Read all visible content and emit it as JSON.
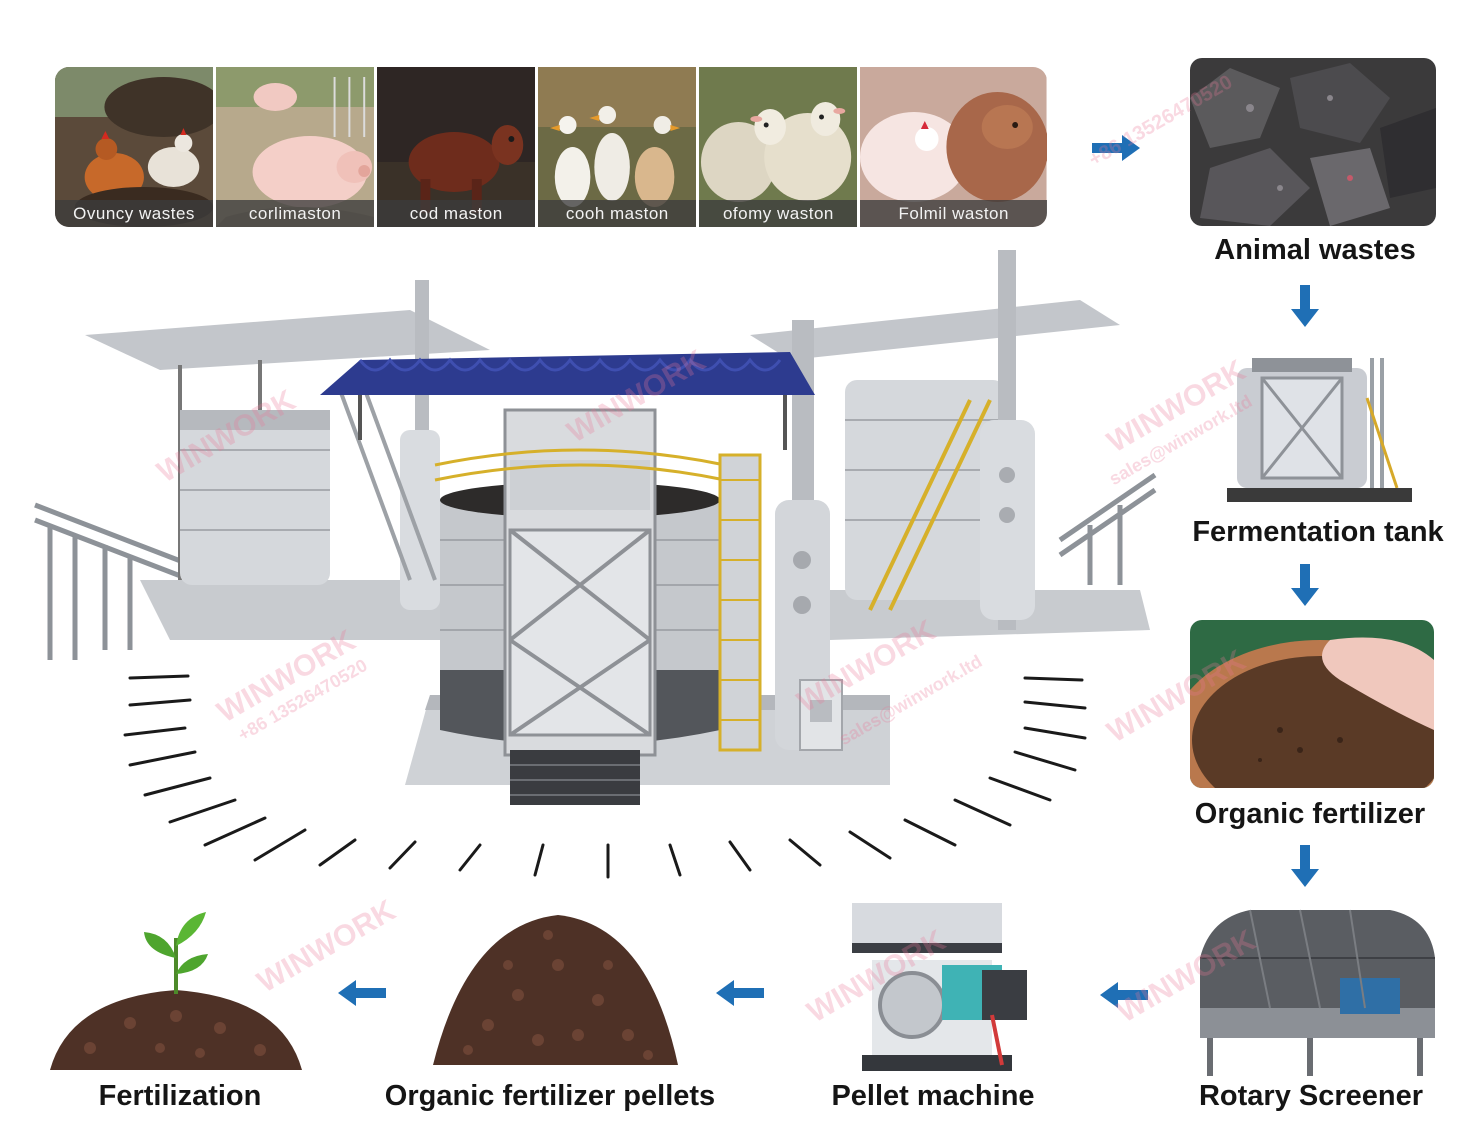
{
  "source_row": {
    "captions": [
      "Ovuncy wastes",
      "corlimaston",
      "cod maston",
      "cooh maston",
      "ofomy waston",
      "Folmil waston"
    ]
  },
  "steps": {
    "animal_wastes": "Animal wastes",
    "fermentation_tank": "Fermentation tank",
    "organic_fertilizer": "Organic fertilizer",
    "rotary_screener": "Rotary Screener",
    "pellet_machine": "Pellet machine",
    "organic_fertilizer_pellets": "Organic fertilizer pellets",
    "fertilization": "Fertilization"
  },
  "watermark": {
    "brand": "WINWORK",
    "phone": "+86 13526470520",
    "email": "sales@winwork.ltd"
  },
  "colors": {
    "arrow_blue": "#1f6fb5",
    "roof_blue": "#2d3b8f",
    "watermark_pink": "#eb7896"
  }
}
